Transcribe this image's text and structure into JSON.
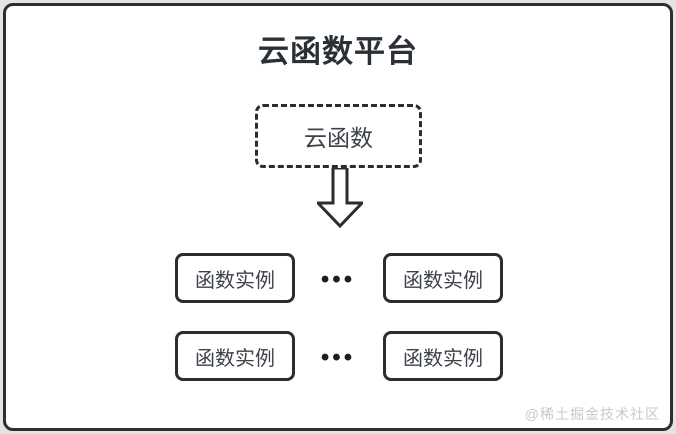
{
  "diagram": {
    "title": "云函数平台",
    "platform_box": {
      "label": "云函数"
    },
    "rows": [
      {
        "left_label": "函数实例",
        "ellipsis": "•••",
        "right_label": "函数实例"
      },
      {
        "left_label": "函数实例",
        "ellipsis": "•••",
        "right_label": "函数实例"
      }
    ],
    "watermark": "@稀土掘金技术社区"
  },
  "colors": {
    "frame_border": "#2f2f2f",
    "box_border": "#2d2d2d",
    "title_text": "#2b2f36",
    "label_text": "#3d4248",
    "watermark_text": "#c9c9c9",
    "canvas_background": "#ffffff",
    "outer_background": "#e4e4e4"
  }
}
